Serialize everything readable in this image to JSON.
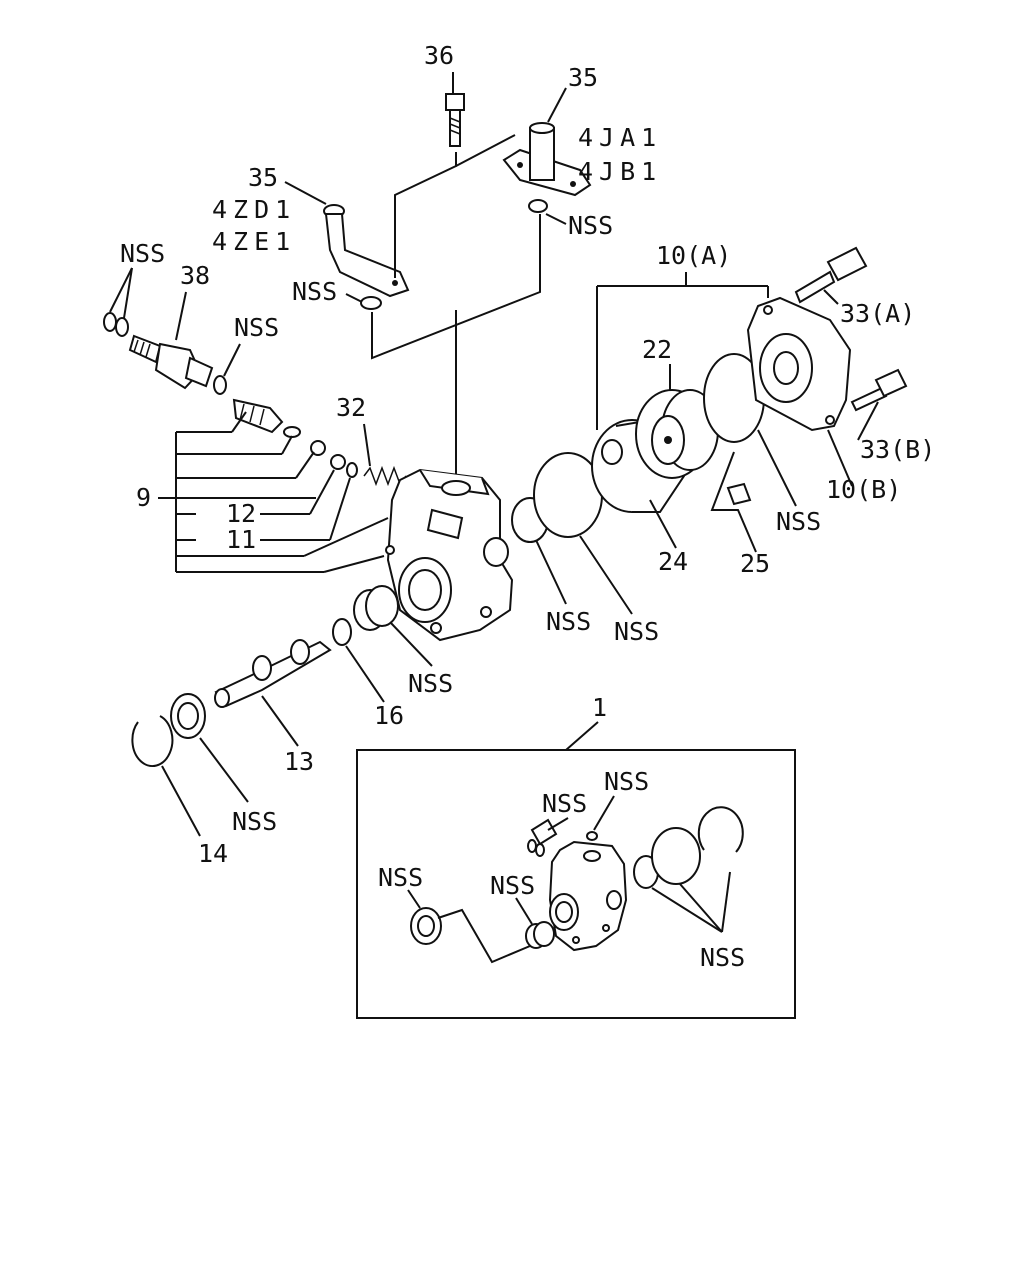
{
  "labels": {
    "p36": "36",
    "p35_top": "35",
    "var_4ja1": "4JA1",
    "var_4jb1": "4JB1",
    "p35_left": "35",
    "var_4zd1": "4ZD1",
    "var_4ze1": "4ZE1",
    "nss_top_right_oring": "NSS",
    "nss_top_left_pair": "NSS",
    "p38": "38",
    "nss_left_oring": "NSS",
    "nss_top_left_oring": "NSS",
    "p10a": "10(A)",
    "p33a": "33(A)",
    "p22": "22",
    "p32": "32",
    "p9": "9",
    "p12": "12",
    "p11": "11",
    "p33b": "33(B)",
    "p10b": "10(B)",
    "nss_cover_oring": "NSS",
    "p24": "24",
    "p25": "25",
    "nss_small_oring": "NSS",
    "nss_big_oring": "NSS",
    "nss_bushing": "NSS",
    "p16": "16",
    "p13": "13",
    "nss_seal": "NSS",
    "p14": "14",
    "p1": "1",
    "inset": {
      "nss_a": "NSS",
      "nss_b": "NSS",
      "nss_c": "NSS",
      "nss_d": "NSS",
      "nss_e": "NSS"
    }
  }
}
